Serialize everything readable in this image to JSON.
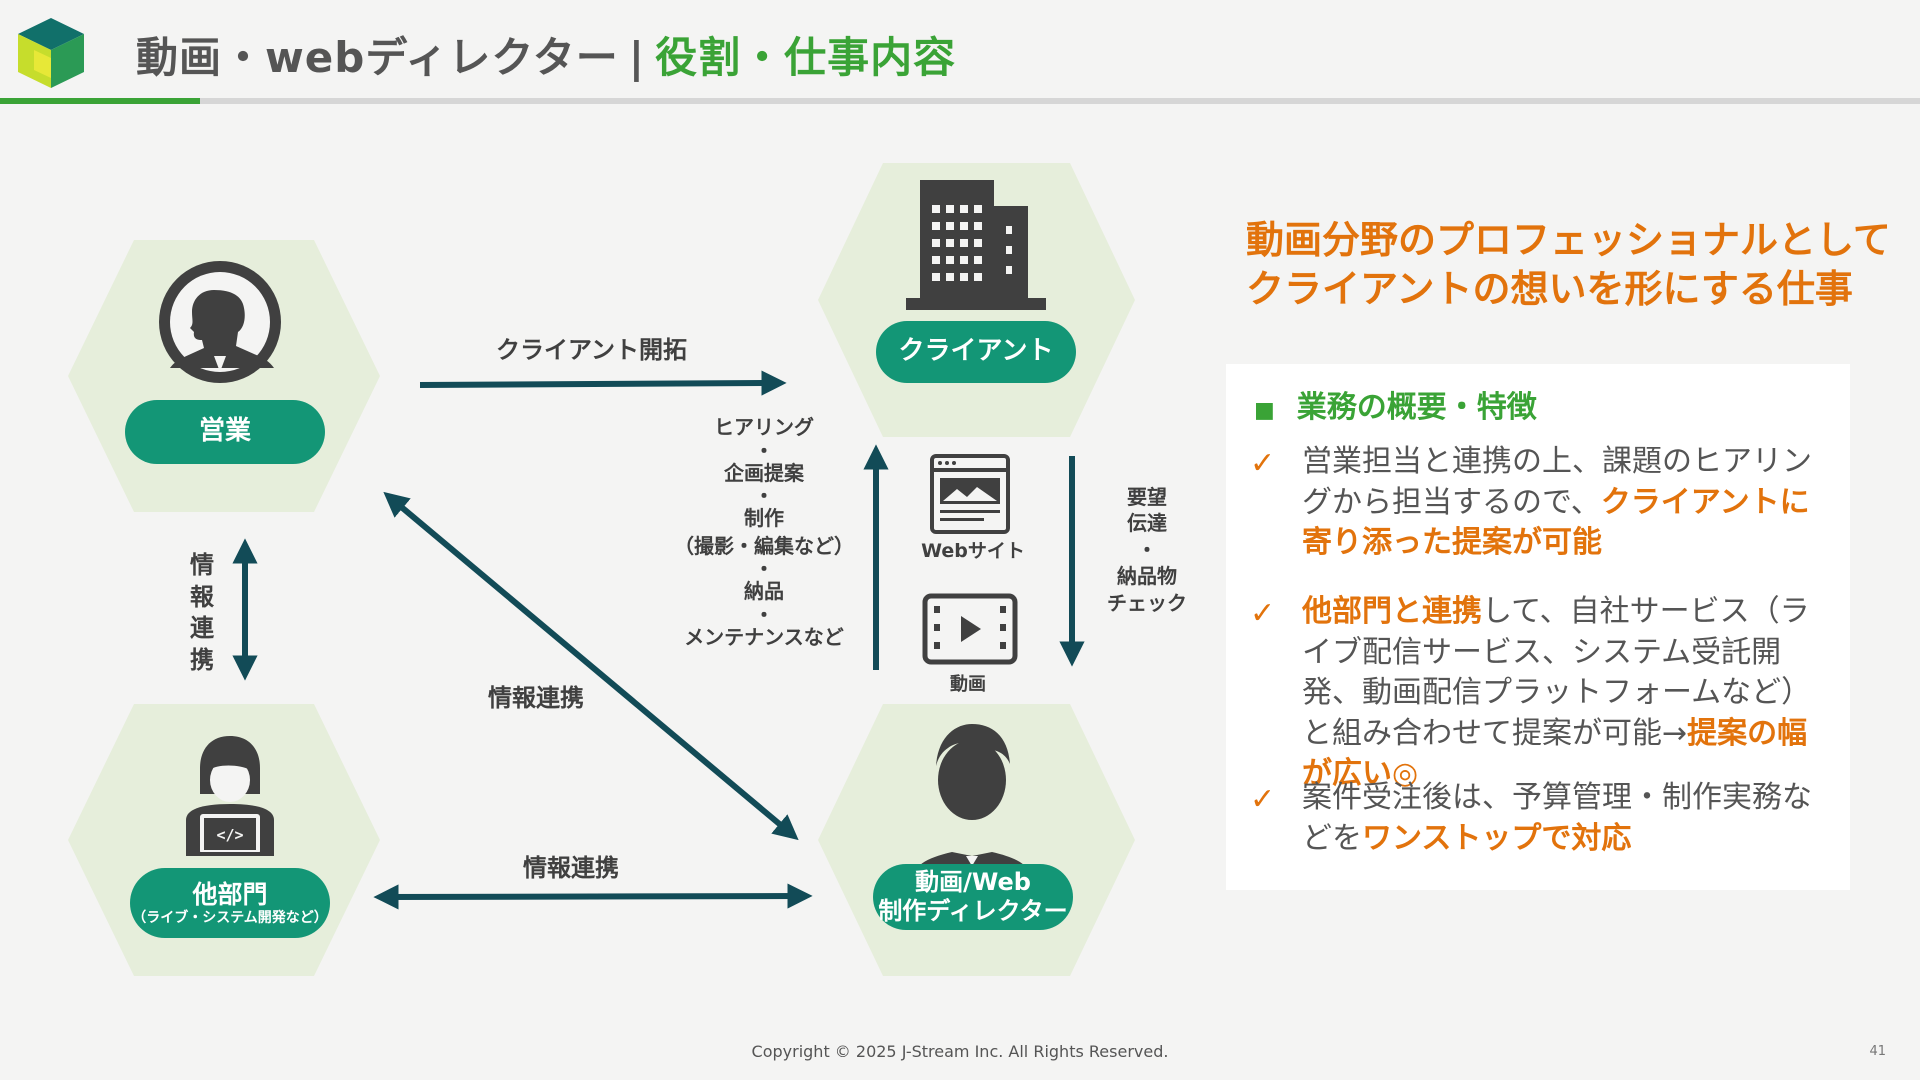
{
  "header": {
    "title": "動画・webディレクター",
    "separator": "|",
    "subtitle": "役割・仕事内容"
  },
  "nodes": {
    "sales": "営業",
    "client": "クライアント",
    "director_line1": "動画/Web",
    "director_line2": "制作ディレクター",
    "other_line1": "他部門",
    "other_line2": "（ライブ・システム開発など）"
  },
  "edges": {
    "client_development": "クライアント開拓",
    "info_link_vertical": [
      "情",
      "報",
      "連",
      "携"
    ],
    "info_link_diagonal": "情報連携",
    "info_link_bottom": "情報連携",
    "process_steps": [
      "ヒアリング",
      "・",
      "企画提案",
      "・",
      "制作",
      "（撮影・編集など）",
      "・",
      "納品",
      "・",
      "メンテナンスなど"
    ],
    "requests": [
      "要望",
      "伝達",
      "・",
      "納品物",
      "チェック"
    ],
    "website_label": "Webサイト",
    "video_label": "動画"
  },
  "headline": {
    "line1": "動画分野のプロフェッショナルとして",
    "line2": "クライアントの想いを形にする仕事"
  },
  "panel": {
    "heading_marker": "■",
    "heading": "業務の概要・特徴",
    "check": "✓",
    "bullet1": {
      "pre": "営業担当と連携の上、課題のヒアリングから担当するので、",
      "highlight": "クライアントに寄り添った提案が可能"
    },
    "bullet2": {
      "highlight1": "他部門と連携",
      "mid": "して、自社サービス（ライブ配信サービス、システム受託開発、動画配信プラットフォームなど）と組み合わせて提案が可能→",
      "highlight2": "提案の幅が広い◎"
    },
    "bullet3": {
      "pre": "案件受注後は、予算管理・制作実務などを",
      "highlight": "ワンストップで対応"
    }
  },
  "footer": {
    "copyright": "Copyright © 2025 J-Stream Inc. All Rights Reserved.",
    "page": "41"
  },
  "colors": {
    "green": "#3aa336",
    "teal": "#139676",
    "arrow": "#124b57",
    "orange": "#e2730c",
    "hex": "#e6eedb",
    "icon": "#404040"
  }
}
